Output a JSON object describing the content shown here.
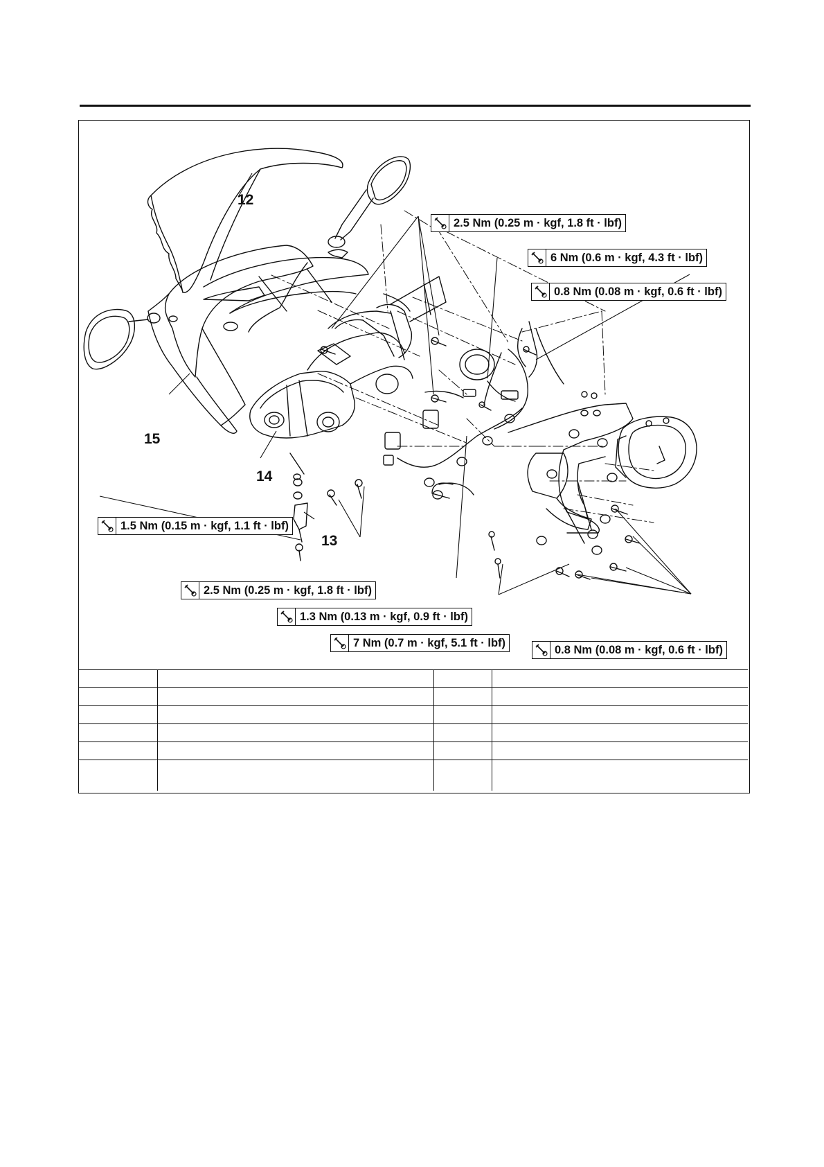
{
  "diagram": {
    "callouts": [
      "12",
      "13",
      "14",
      "15"
    ],
    "torque_specs": [
      "2.5 Nm (0.25 m · kgf, 1.8 ft · lbf)",
      "6 Nm (0.6 m · kgf, 4.3 ft · lbf)",
      "0.8 Nm (0.08 m · kgf, 0.6 ft · lbf)",
      "1.5 Nm (0.15 m · kgf, 1.1 ft · lbf)",
      "2.5 Nm (0.25 m · kgf, 1.8 ft · lbf)",
      "1.3 Nm (0.13 m · kgf, 0.9 ft · lbf)",
      "7 Nm (0.7 m · kgf, 5.1 ft · lbf)",
      "0.8 Nm (0.08 m · kgf, 0.6 ft · lbf)"
    ],
    "wrench_icon": "torque-wrench-icon"
  },
  "parts_table": {
    "rows": [
      [
        "",
        "",
        "",
        ""
      ],
      [
        "",
        "",
        "",
        ""
      ],
      [
        "",
        "",
        "",
        ""
      ],
      [
        "",
        "",
        "",
        ""
      ],
      [
        "",
        "",
        "",
        ""
      ],
      [
        "",
        "",
        "",
        ""
      ]
    ]
  }
}
